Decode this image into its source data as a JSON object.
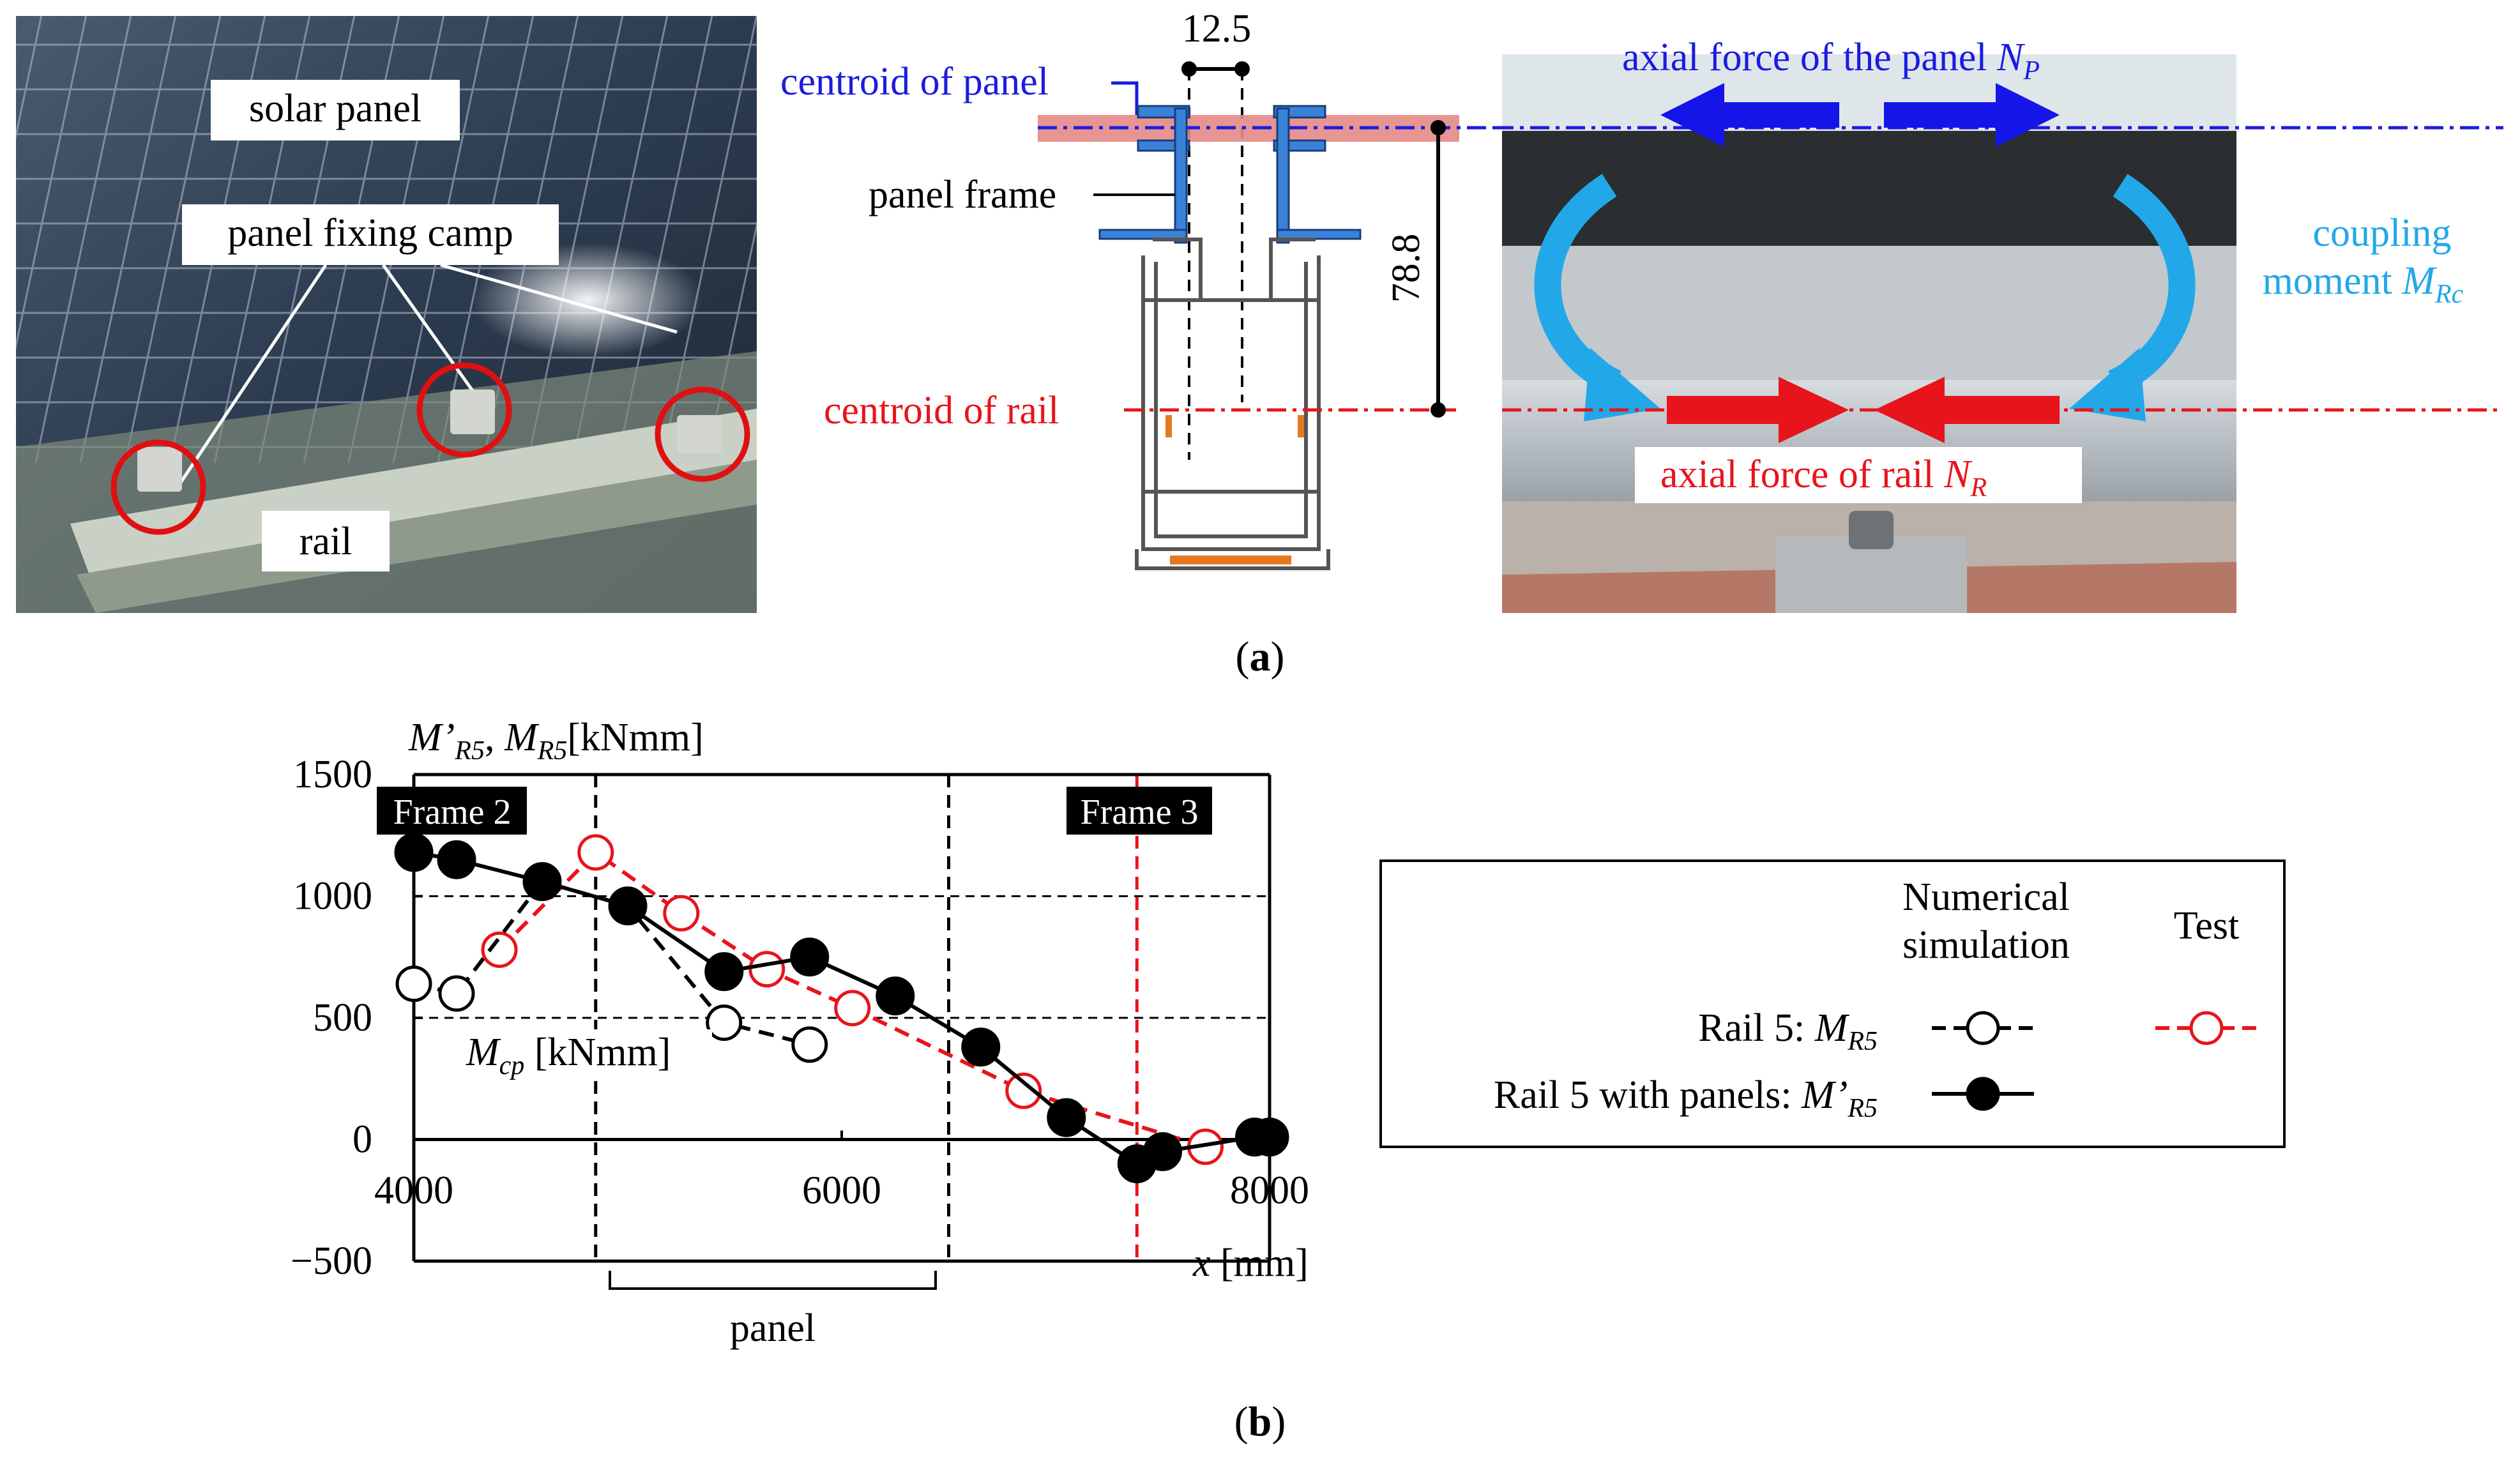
{
  "panel_a": {
    "photo_labels": {
      "solar_panel": "solar panel",
      "fixing_clamp": "panel fixing camp",
      "rail": "rail"
    },
    "section": {
      "dim_width": "12.5",
      "dim_height": "78.8",
      "centroid_panel": "centroid of panel",
      "panel_frame": "panel frame",
      "centroid_rail": "centroid of rail"
    },
    "forces": {
      "axial_panel_text": "axial force of the panel ",
      "axial_panel_sym": "N",
      "axial_panel_sub": "P",
      "coupling_line1": "coupling",
      "coupling_line2_text": "moment ",
      "coupling_sym": "M",
      "coupling_sub": "Rc",
      "axial_rail_text": "axial force of rail ",
      "axial_rail_sym": "N",
      "axial_rail_sub": "R"
    },
    "caption": "a"
  },
  "panel_b": {
    "caption": "b",
    "legend": {
      "header_numerical_1": "Numerical",
      "header_numerical_2": "simulation",
      "header_test": "Test",
      "row1_text": "Rail 5: ",
      "row1_sym": "M",
      "row1_sub": "R5",
      "row2_text": "Rail 5 with panels: ",
      "row2_sym": "M’",
      "row2_sub": "R5"
    },
    "annotations": {
      "frame2": "Frame 2",
      "frame3": "Frame 3",
      "mcp_sym": "M",
      "mcp_sub": "cp",
      "mcp_unit": " [kNmm]",
      "panel": "panel"
    },
    "colors": {
      "test": "#e8141b",
      "simulation": "#000000"
    }
  },
  "chart_data": {
    "type": "line",
    "ylabel": "M’R5, MR5[kNmm]",
    "xlabel": "x [mm]",
    "ylabel_parts": {
      "s1": "M’",
      "b1": "R5",
      "s2": ", ",
      "s3": "M",
      "b2": "R5",
      "s4": "[kNmm]"
    },
    "xlabel_parts": {
      "sym": "x",
      "unit": " [mm]"
    },
    "xlim": [
      4000,
      8000
    ],
    "ylim": [
      -500,
      1500
    ],
    "xticks": [
      4000,
      6000,
      8000
    ],
    "yticks": [
      -500,
      0,
      500,
      1000,
      1500
    ],
    "vlines": [
      {
        "x": 4850,
        "color": "#000000"
      },
      {
        "x": 6500,
        "color": "#000000"
      },
      {
        "x": 7380,
        "color": "#e8141b"
      }
    ],
    "series": [
      {
        "name": "Rail 5: MR5",
        "source": "Numerical simulation",
        "marker": "open",
        "style": "dashed",
        "color": "#000000",
        "x": [
          4000,
          4200,
          4600,
          5000,
          5450,
          5850
        ],
        "y": [
          640,
          600,
          1060,
          960,
          480,
          390
        ]
      },
      {
        "name": "Rail 5 with panels: M’R5",
        "source": "Numerical simulation",
        "marker": "filled",
        "style": "solid",
        "color": "#000000",
        "x": [
          4000,
          4200,
          4600,
          5000,
          5450,
          5850,
          6250,
          6650,
          7050,
          7380,
          7500,
          7930,
          8000
        ],
        "y": [
          1180,
          1150,
          1060,
          960,
          690,
          750,
          590,
          380,
          90,
          -100,
          -50,
          10,
          10
        ]
      },
      {
        "name": "Rail 5: MR5",
        "source": "Test",
        "marker": "open",
        "style": "dashed",
        "color": "#e8141b",
        "x": [
          4400,
          4850,
          5250,
          5650,
          6050,
          6850,
          7700
        ],
        "y": [
          780,
          1180,
          930,
          700,
          540,
          200,
          -30
        ]
      }
    ]
  }
}
